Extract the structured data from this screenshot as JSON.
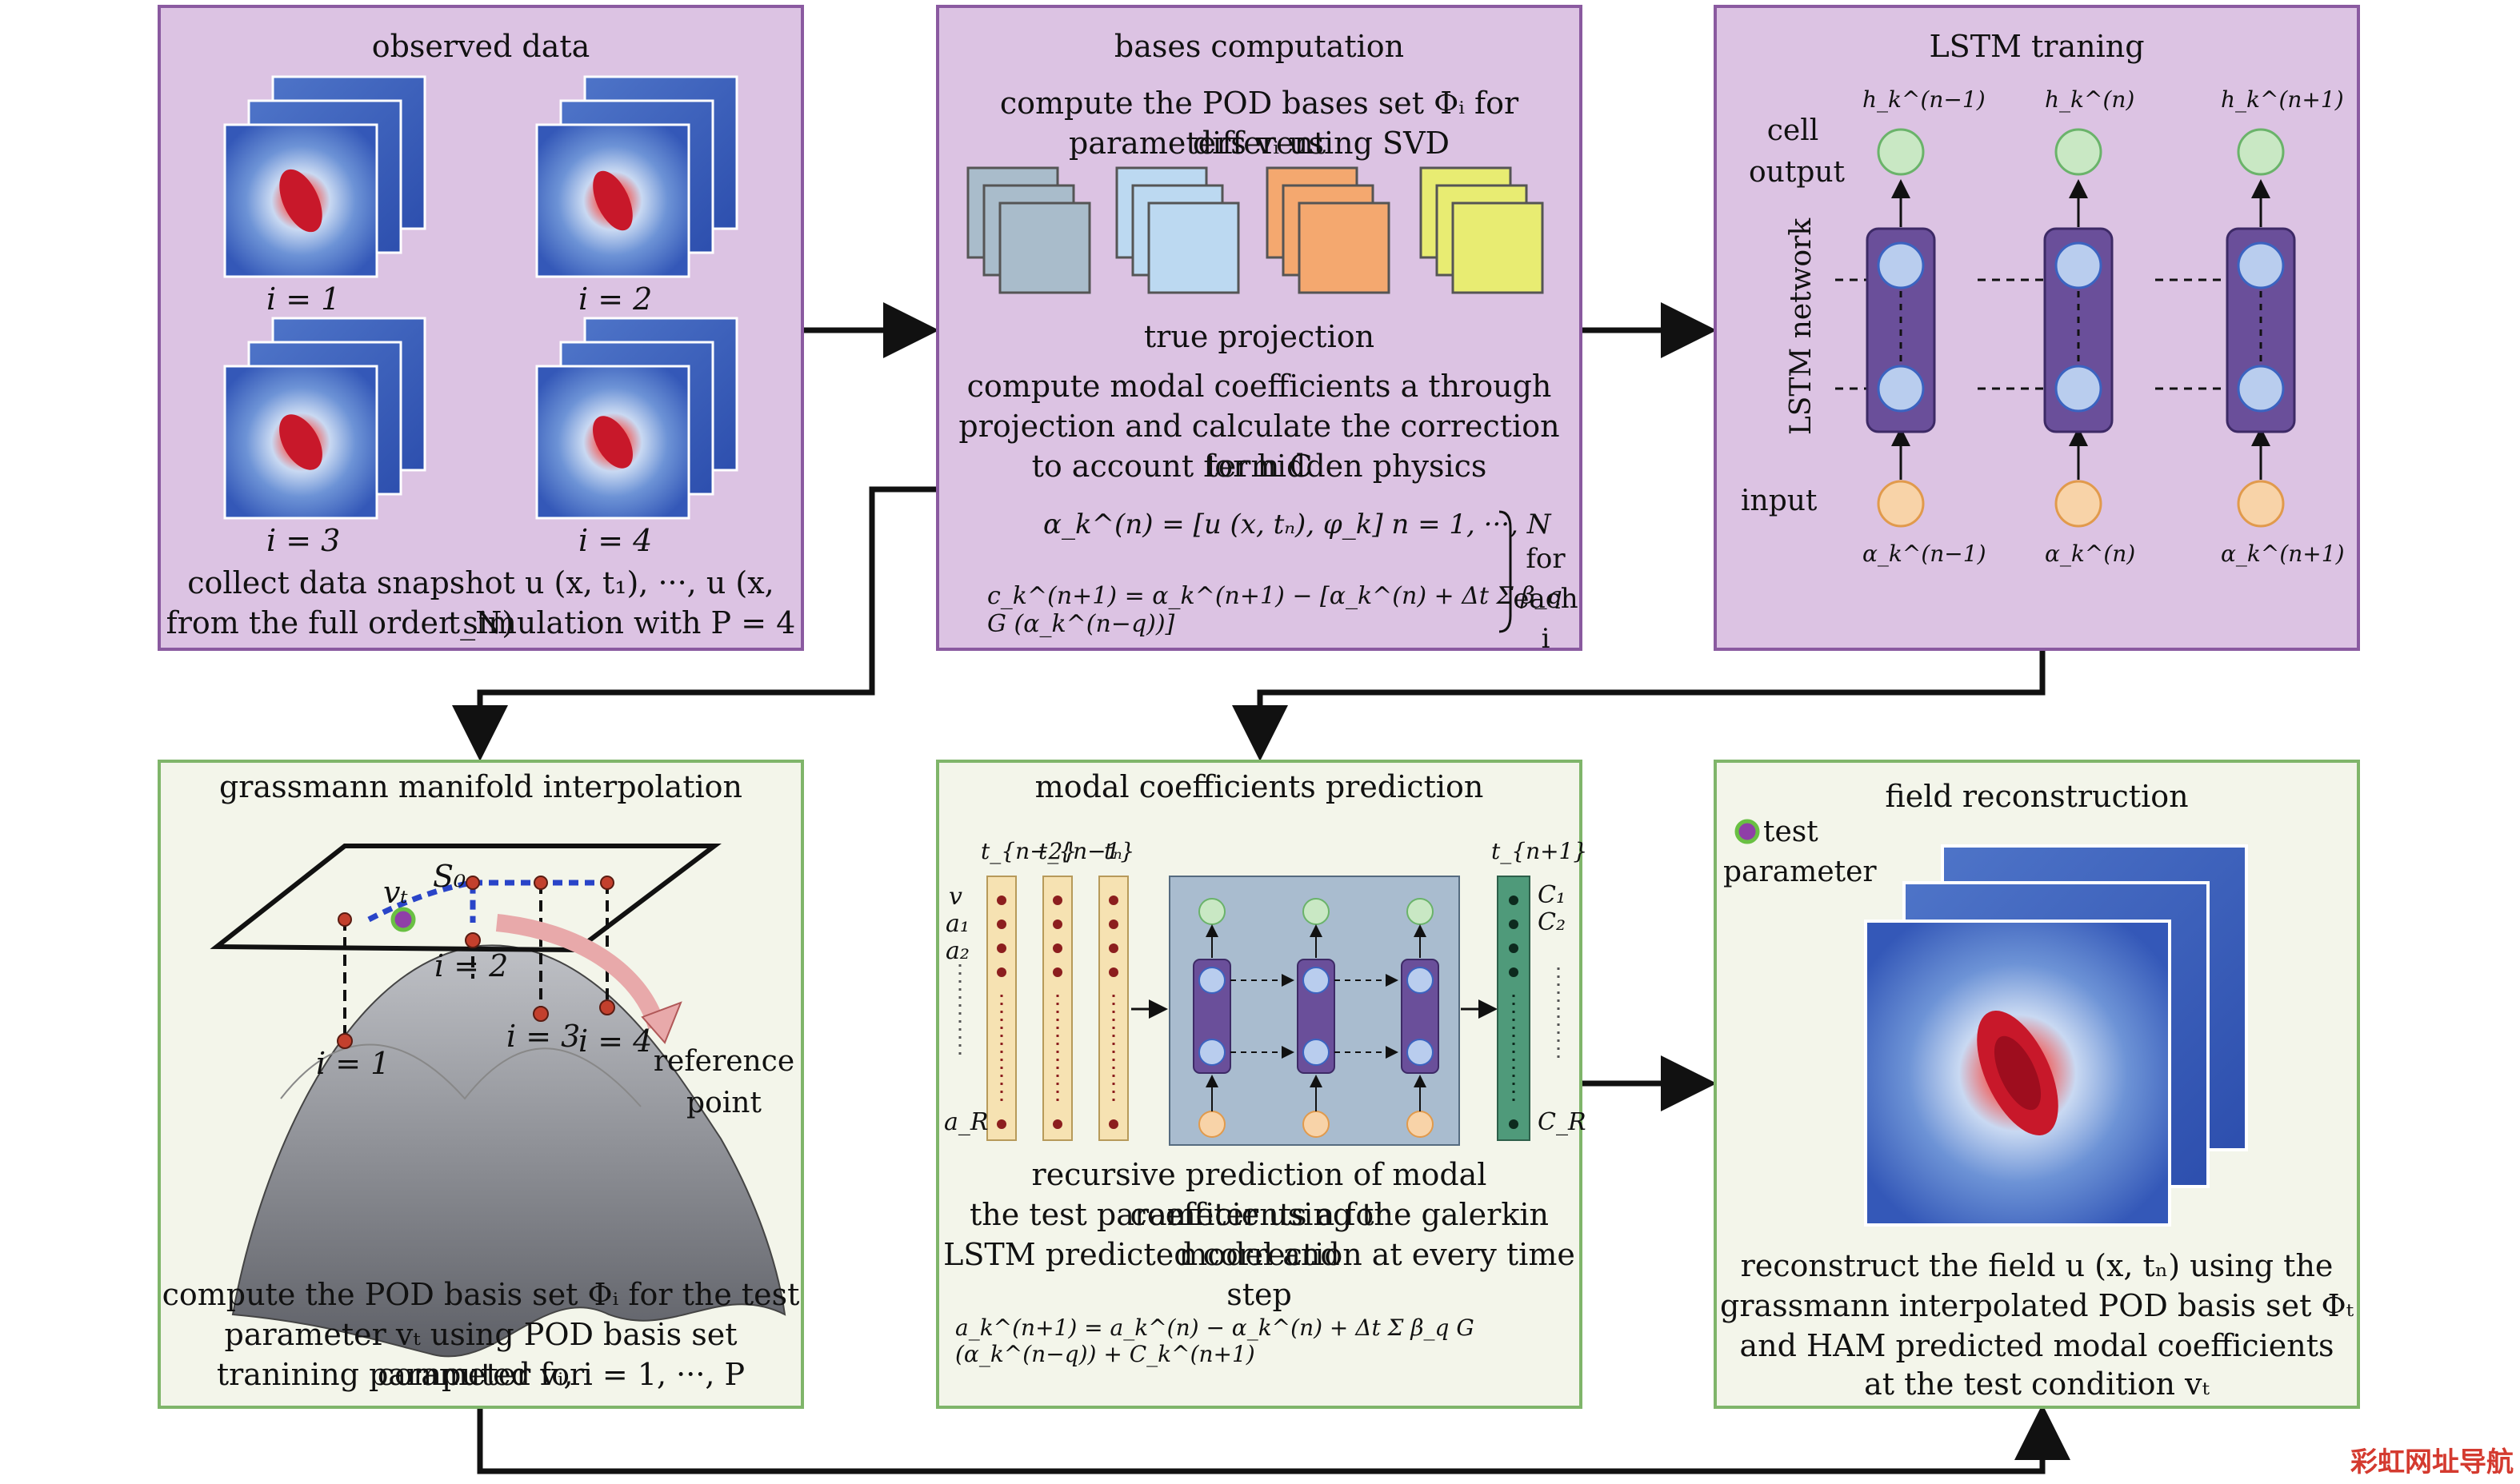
{
  "colors": {
    "top_panel_bg": "#dcc3e3",
    "top_panel_border": "#8a5aa0",
    "bottom_panel_bg": "#f3f5ea",
    "bottom_panel_border": "#7fb56a",
    "lstm_cell": "#6a4f9a",
    "node_blue": "#b9cdee",
    "node_green": "#c9e8c4",
    "node_orange": "#f8d3a8"
  },
  "observed": {
    "title": "observed data",
    "labels": [
      "i = 1",
      "i = 2",
      "i = 3",
      "i = 4"
    ],
    "caption1": "collect data snapshot u (x, t₁), ···, u (x, t_N)",
    "caption2": "from the full order simulation with P = 4"
  },
  "bases": {
    "title": "bases computation",
    "line1": "compute the POD bases set Φᵢ for different",
    "line2": "parameters vᵢ using SVD",
    "subtitle": "true projection",
    "line3": "compute modal coefficients a through",
    "line4": "projection and calculate the correction term C",
    "line5": "to account for hidden physics",
    "eq1": "α_k^(n) = [u (x, tₙ), φ_k]  n = 1, ···, N",
    "eq2": "c_k^(n+1) = α_k^(n+1) − [α_k^(n) + Δt Σ β_q G (α_k^(n−q))]",
    "for_each": "for each i"
  },
  "lstm": {
    "title": "LSTM traning",
    "cell_output": "cell output",
    "network": "LSTM network",
    "input": "input",
    "outputs": [
      "h_k^(n−1)",
      "h_k^(n)",
      "h_k^(n+1)"
    ],
    "inputs": [
      "α_k^(n−1)",
      "α_k^(n)",
      "α_k^(n+1)"
    ]
  },
  "grassmann": {
    "title": "grassmann manifold interpolation",
    "s0": "S₀",
    "vt": "vₜ",
    "point_labels": [
      "i = 1",
      "i = 2",
      "i = 3",
      "i = 4"
    ],
    "reference": "reference point",
    "caption1": "compute the POD basis set Φᵢ for the test",
    "caption2": "parameter vₜ using POD basis set computed for",
    "caption3": "tranining parameter vᵢ, i = 1, ···, P"
  },
  "modal": {
    "title": "modal coefficients prediction",
    "time_labels": [
      "t_{n−2}",
      "t_{n−1}",
      "tₙ",
      "t_{n+1}"
    ],
    "row_labels": [
      "v",
      "a₁",
      "a₂",
      "a_R"
    ],
    "out_labels": [
      "C₁",
      "C₂",
      "C_R"
    ],
    "caption1": "recursive prediction of modal coefficients a for",
    "caption2": "the test parameter using the galerkin model and",
    "caption3": "LSTM predicted correction at every time step",
    "eq": "a_k^(n+1) = a_k^(n) − α_k^(n) + Δt Σ β_q G (α_k^(n−q)) + C_k^(n+1)"
  },
  "field": {
    "title": "field reconstruction",
    "legend": "test parameter",
    "caption1": "reconstruct the field u (x, tₙ) using the",
    "caption2": "grassmann interpolated POD basis set Φₜ",
    "caption3": "and HAM predicted modal coefficients",
    "caption4": "at the test condition vₜ"
  },
  "watermark": "彩虹网址导航"
}
